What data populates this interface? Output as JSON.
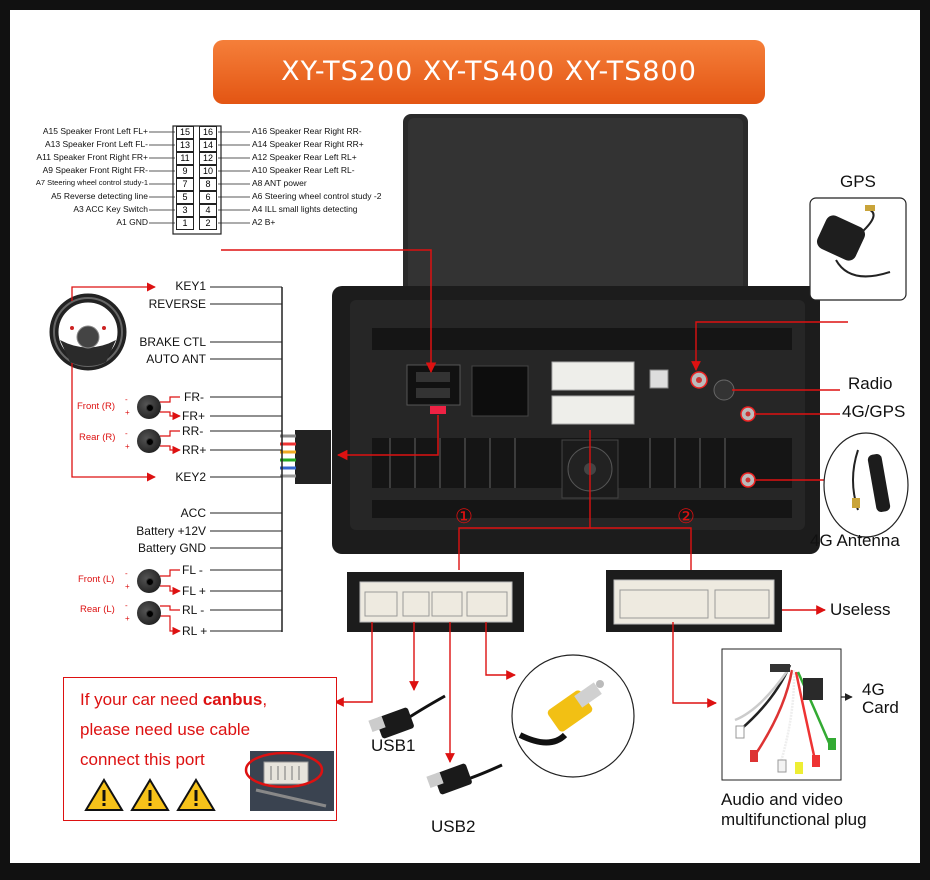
{
  "title": "XY-TS200 XY-TS400 XY-TS800",
  "pinout": {
    "left": [
      {
        "text": "A15  Speaker Front Left FL+",
        "pin": "15"
      },
      {
        "text": "A13  Speaker Front Left FL-",
        "pin": "13"
      },
      {
        "text": "A11  Speaker Front Right FR+",
        "pin": "11"
      },
      {
        "text": "A9   Speaker Front Right FR-",
        "pin": "9"
      },
      {
        "text": "A7  Steering wheel control study-1",
        "pin": "7"
      },
      {
        "text": "A5  Reverse detecting line",
        "pin": "5"
      },
      {
        "text": "A3 ACC Key Switch",
        "pin": "3"
      },
      {
        "text": "A1 GND",
        "pin": "1"
      }
    ],
    "right": [
      {
        "text": "A16 Speaker Rear Right RR-",
        "pin": "16"
      },
      {
        "text": "A14 Speaker Rear Right RR+",
        "pin": "14"
      },
      {
        "text": "A12 Speaker Rear Left RL+",
        "pin": "12"
      },
      {
        "text": "A10 Speaker Rear Left RL-",
        "pin": "10"
      },
      {
        "text": "A8  ANT power",
        "pin": "8"
      },
      {
        "text": "A6  Steering wheel control study -2",
        "pin": "6"
      },
      {
        "text": "A4  ILL small lights detecting",
        "pin": "4"
      },
      {
        "text": "A2  B+",
        "pin": "2"
      }
    ]
  },
  "wires": {
    "key1": "KEY1",
    "reverse": "REVERSE",
    "brake": "BRAKE CTL",
    "auto_ant": "AUTO ANT",
    "fr_minus": "FR-",
    "fr_plus": "FR+",
    "rr_minus": "RR-",
    "rr_plus": "RR+",
    "key2": "KEY2",
    "acc": "ACC",
    "battery12": "Battery +12V",
    "battery_gnd": "Battery GND",
    "fl_minus": "FL -",
    "fl_plus": "FL +",
    "rl_minus": "RL -",
    "rl_plus": "RL +"
  },
  "speakers": {
    "front_r": "Front (R)",
    "rear_r": "Rear (R)",
    "front_l": "Front (L)",
    "rear_l": "Rear (L)",
    "minus": "-",
    "plus": "+"
  },
  "ports": {
    "gps": "GPS",
    "radio": "Radio",
    "g4_gps": "4G/GPS",
    "g4_antenna": "4G Antenna",
    "useless": "Useless",
    "g4_card_1": "4G",
    "g4_card_2": "Card",
    "usb1": "USB1",
    "usb2": "USB2",
    "av_1": "Audio and video",
    "av_2": "multifunctional plug",
    "num1": "①",
    "num2": "②"
  },
  "canbus": {
    "line1_pre": "If your car need ",
    "line1_bold": "canbus",
    "line1_post": ",",
    "line2": "please need use cable",
    "line3": "connect this port"
  },
  "colors": {
    "accent_orange": "#ee6a24",
    "arrow_red": "#d11111",
    "warning_yellow": "#f6c21a"
  }
}
